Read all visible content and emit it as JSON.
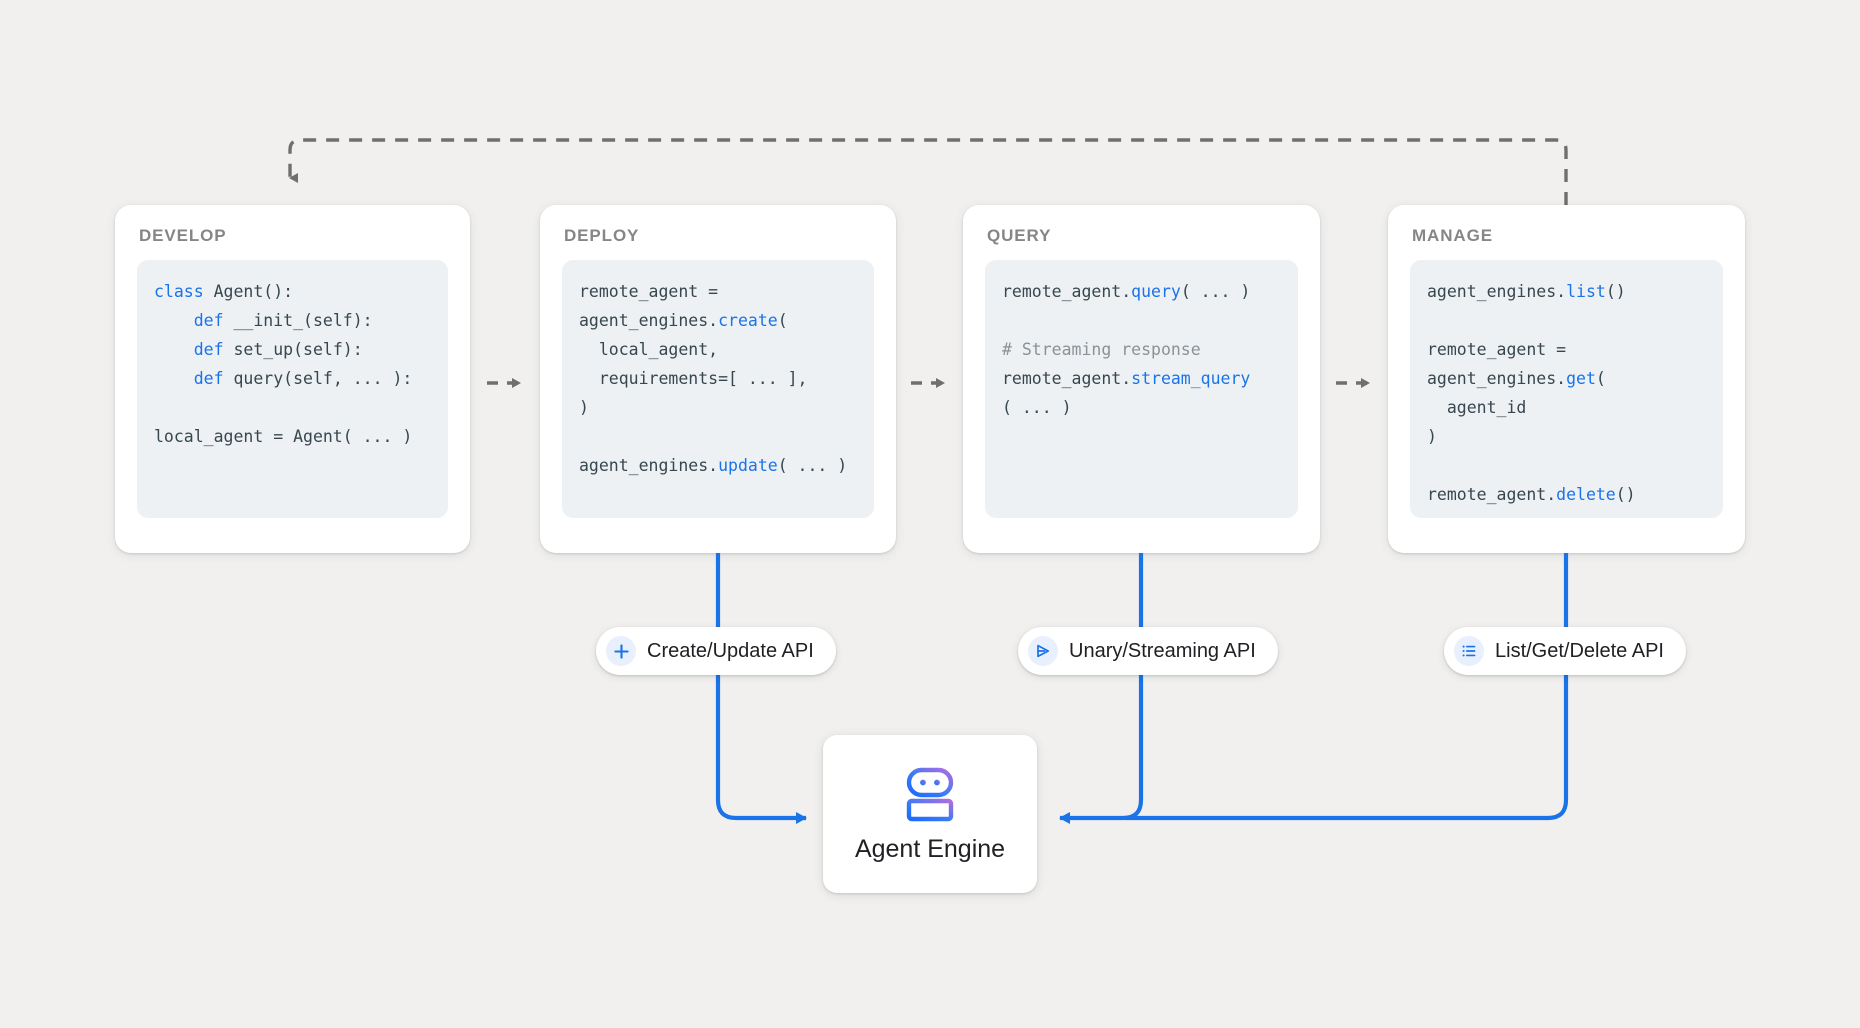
{
  "canvas": {
    "background": "#f1f0ee",
    "accent_blue": "#1a73e8",
    "dashed_gray": "#6f6f6f",
    "code_bg": "#eef1f3",
    "title_gray": "#868686"
  },
  "stages": [
    {
      "id": "develop",
      "title": "DEVELOP",
      "code_lines": [
        [
          {
            "t": "class ",
            "c": "kw"
          },
          {
            "t": "Agent():",
            "c": ""
          }
        ],
        [
          {
            "t": "    ",
            "c": ""
          },
          {
            "t": "def ",
            "c": "kw"
          },
          {
            "t": "__init_(self):",
            "c": ""
          }
        ],
        [
          {
            "t": "    ",
            "c": ""
          },
          {
            "t": "def ",
            "c": "kw"
          },
          {
            "t": "set_up(self):",
            "c": ""
          }
        ],
        [
          {
            "t": "    ",
            "c": ""
          },
          {
            "t": "def ",
            "c": "kw"
          },
          {
            "t": "query(self, ... ):",
            "c": ""
          }
        ],
        [
          {
            "t": "",
            "c": ""
          }
        ],
        [
          {
            "t": "local_agent = Agent( ... )",
            "c": ""
          }
        ]
      ]
    },
    {
      "id": "deploy",
      "title": "DEPLOY",
      "code_lines": [
        [
          {
            "t": "remote_agent =",
            "c": ""
          }
        ],
        [
          {
            "t": "agent_engines.",
            "c": ""
          },
          {
            "t": "create",
            "c": "fn"
          },
          {
            "t": "(",
            "c": ""
          }
        ],
        [
          {
            "t": "  local_agent,",
            "c": ""
          }
        ],
        [
          {
            "t": "  requirements=[ ... ],",
            "c": ""
          }
        ],
        [
          {
            "t": ")",
            "c": ""
          }
        ],
        [
          {
            "t": "",
            "c": ""
          }
        ],
        [
          {
            "t": "agent_engines.",
            "c": ""
          },
          {
            "t": "update",
            "c": "fn"
          },
          {
            "t": "( ... )",
            "c": ""
          }
        ]
      ]
    },
    {
      "id": "query",
      "title": "QUERY",
      "code_lines": [
        [
          {
            "t": "remote_agent.",
            "c": ""
          },
          {
            "t": "query",
            "c": "fn"
          },
          {
            "t": "( ... )",
            "c": ""
          }
        ],
        [
          {
            "t": "",
            "c": ""
          }
        ],
        [
          {
            "t": "# Streaming response",
            "c": "cm"
          }
        ],
        [
          {
            "t": "remote_agent.",
            "c": ""
          },
          {
            "t": "stream_query",
            "c": "fn"
          }
        ],
        [
          {
            "t": "( ... )",
            "c": ""
          }
        ]
      ]
    },
    {
      "id": "manage",
      "title": "MANAGE",
      "code_lines": [
        [
          {
            "t": "agent_engines.",
            "c": ""
          },
          {
            "t": "list",
            "c": "fn"
          },
          {
            "t": "()",
            "c": ""
          }
        ],
        [
          {
            "t": "",
            "c": ""
          }
        ],
        [
          {
            "t": "remote_agent =",
            "c": ""
          }
        ],
        [
          {
            "t": "agent_engines.",
            "c": ""
          },
          {
            "t": "get",
            "c": "fn"
          },
          {
            "t": "(",
            "c": ""
          }
        ],
        [
          {
            "t": "  agent_id",
            "c": ""
          }
        ],
        [
          {
            "t": ")",
            "c": ""
          }
        ],
        [
          {
            "t": "",
            "c": ""
          }
        ],
        [
          {
            "t": "remote_agent.",
            "c": ""
          },
          {
            "t": "delete",
            "c": "fn"
          },
          {
            "t": "()",
            "c": ""
          }
        ]
      ]
    }
  ],
  "api_pills": [
    {
      "id": "create",
      "label": "Create/Update API",
      "icon": "plus-icon"
    },
    {
      "id": "unary",
      "label": "Unary/Streaming API",
      "icon": "send-triangle-icon"
    },
    {
      "id": "list",
      "label": "List/Get/Delete API",
      "icon": "list-icon"
    }
  ],
  "agent_engine": {
    "label": "Agent Engine",
    "icon": "robot-icon",
    "gradient_from": "#1a73e8",
    "gradient_to": "#b06ce0"
  }
}
